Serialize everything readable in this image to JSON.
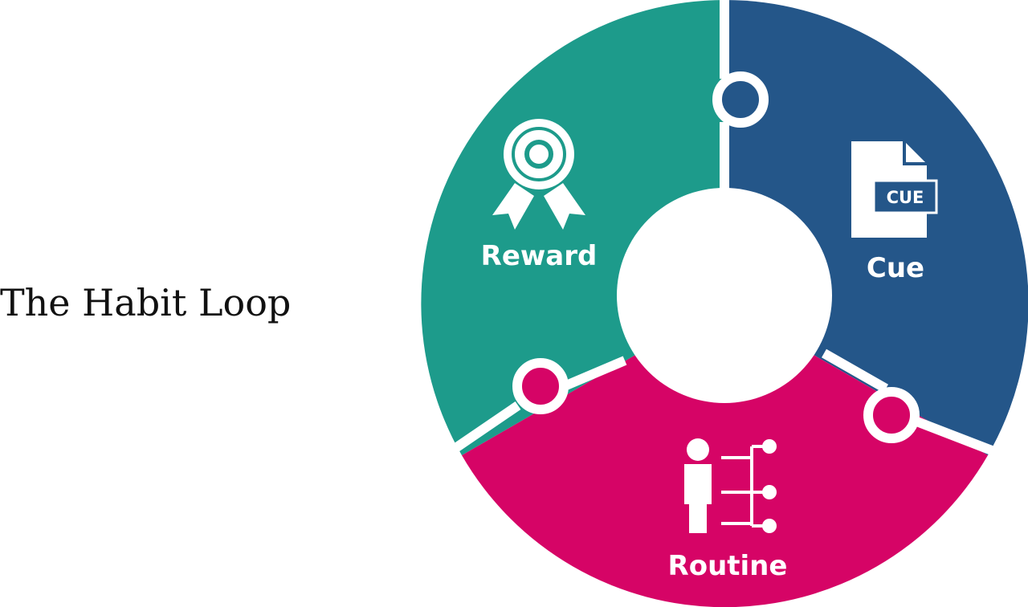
{
  "title": "The Habit Loop",
  "segments": {
    "cue": {
      "label": "Cue",
      "icon": "cue-document-icon",
      "icon_text": "CUE",
      "color": "#245689"
    },
    "routine": {
      "label": "Routine",
      "icon": "person-branch-icon",
      "color": "#d60466"
    },
    "reward": {
      "label": "Reward",
      "icon": "award-ribbon-icon",
      "color": "#1d9b8b"
    }
  }
}
